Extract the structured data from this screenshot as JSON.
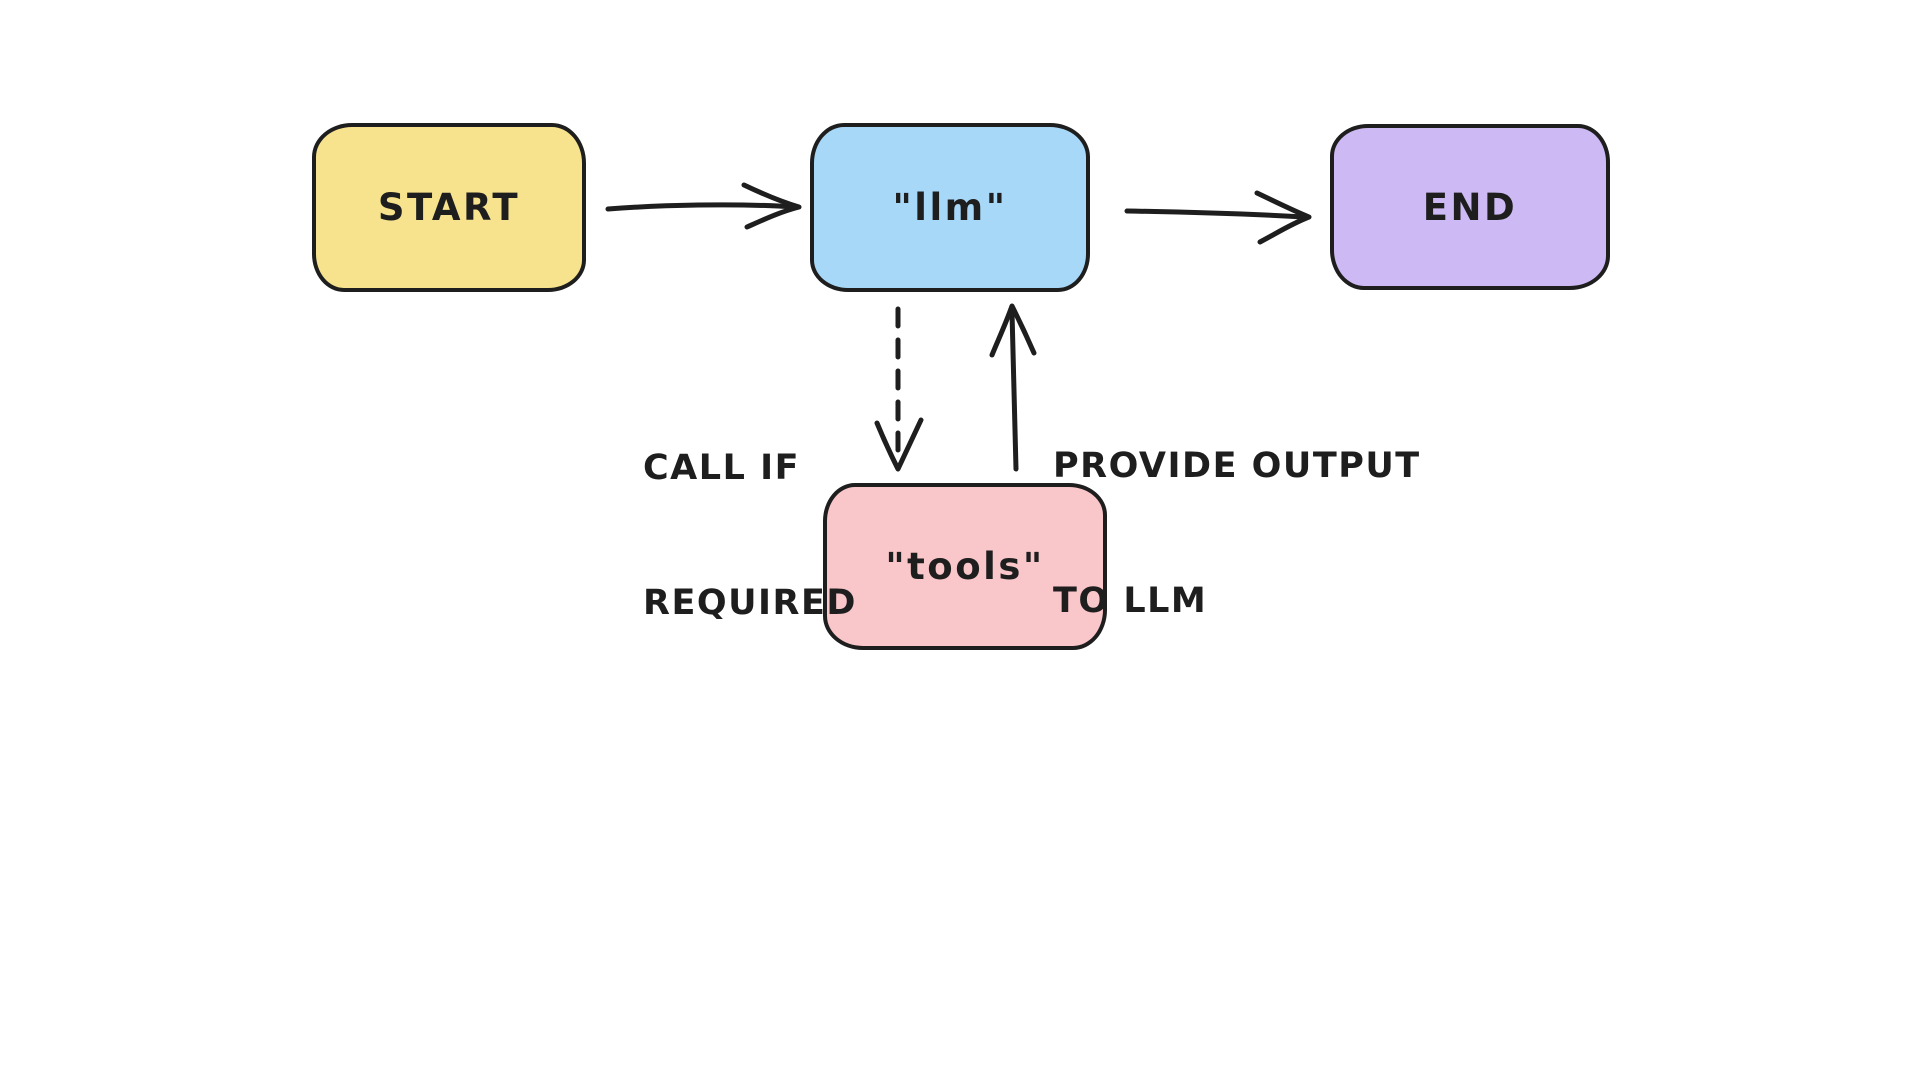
{
  "canvas": {
    "background": "#ffffff",
    "stroke_color": "#1e1e1e",
    "style": "hand-drawn-flowchart"
  },
  "nodes": {
    "start": {
      "label": "START",
      "fill": "#F7E38D"
    },
    "llm": {
      "label": "\"llm\"",
      "fill": "#A8D8F8"
    },
    "end": {
      "label": "END",
      "fill": "#CDB9F3"
    },
    "tools": {
      "label": "\"tools\"",
      "fill": "#F9C6CA"
    }
  },
  "edges": {
    "start_to_llm": {
      "from": "START",
      "to": "llm",
      "style": "solid-arrow"
    },
    "llm_to_end": {
      "from": "llm",
      "to": "END",
      "style": "solid-arrow"
    },
    "llm_to_tools": {
      "from": "llm",
      "to": "tools",
      "style": "dashed-arrow",
      "label_lines": [
        "CALL IF",
        "REQUIRED"
      ]
    },
    "tools_to_llm": {
      "from": "tools",
      "to": "llm",
      "style": "solid-arrow",
      "label_lines": [
        "PROVIDE OUTPUT",
        "TO LLM"
      ]
    }
  }
}
